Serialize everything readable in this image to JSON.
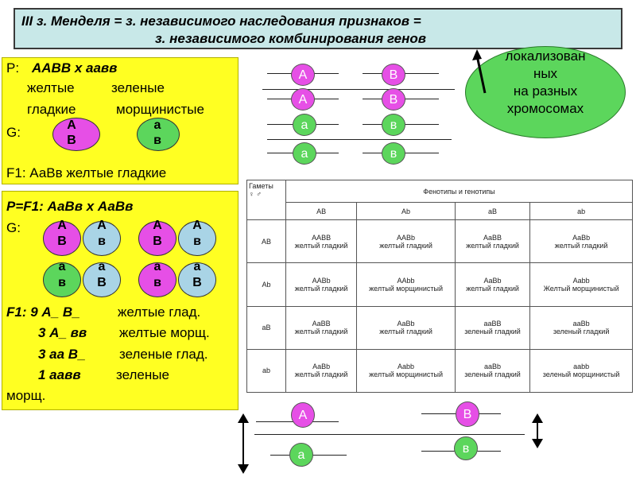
{
  "title": {
    "line1": "III з. Менделя = з. независимого наследования признаков =",
    "line2": "з. независимого комбинирования генов"
  },
  "green_oval": {
    "text1": "локализован",
    "text2": "ных",
    "text3": "на разных",
    "text4": "хромосомах"
  },
  "box1": {
    "p_label": "P:",
    "p_cross": "ААВВ  х   аавв",
    "row2_a": "желтые",
    "row2_b": "зеленые",
    "row3_a": "гладкие",
    "row3_b": "морщинистые",
    "g_label": "G:",
    "gam1_top": "А",
    "gam1_bot": "В",
    "gam2_top": "а",
    "gam2_bot": "в",
    "f1": "F1: АаВв желтые гладкие"
  },
  "box2": {
    "p_line": "P=F1:  АаВв  х  АаВв",
    "g_label": "G:",
    "gametes": [
      {
        "top": "А",
        "bot": "В",
        "color": "pink"
      },
      {
        "top": "А",
        "bot": "в",
        "color": "blue"
      },
      {
        "top": "А",
        "bot": "В",
        "color": "pink"
      },
      {
        "top": "А",
        "bot": "в",
        "color": "blue"
      },
      {
        "top": "а",
        "bot": "в",
        "color": "green"
      },
      {
        "top": "а",
        "bot": "В",
        "color": "blue"
      },
      {
        "top": "а",
        "bot": "в",
        "color": "pink"
      },
      {
        "top": "а",
        "bot": "В",
        "color": "blue"
      }
    ],
    "f1_l1a": "F1: 9 А_ В_",
    "f1_l1b": "желтые глад.",
    "f1_l2a": "3 А_ вв",
    "f1_l2b": "желтые морщ.",
    "f1_l3a": "3 аа В_",
    "f1_l3b": "зеленые глад.",
    "f1_l4a": "1 аавв",
    "f1_l4b": "зеленые",
    "f1_l5": "морщ."
  },
  "chromosomes": {
    "a1": "А",
    "b1": "В",
    "a2": "А",
    "b2": "В",
    "a3": "а",
    "b3": "в",
    "a4": "а",
    "b4": "в"
  },
  "punnett": {
    "corner_top": "Гаметы",
    "header": "Фенотипы и генотипы",
    "corner_a": "♀",
    "corner_b": "♂",
    "cols": [
      "AB",
      "Ab",
      "aB",
      "ab"
    ],
    "rows": [
      {
        "g": "AB",
        "cells": [
          [
            "AABB",
            "желтый гладкий"
          ],
          [
            "AABb",
            "желтый гладкий"
          ],
          [
            "AaBB",
            "желтый гладкий"
          ],
          [
            "AaBb",
            "желтый гладкий"
          ]
        ]
      },
      {
        "g": "Ab",
        "cells": [
          [
            "AABb",
            "желтый гладкий"
          ],
          [
            "AAbb",
            "желтый морщинистый"
          ],
          [
            "AaBb",
            "желтый гладкий"
          ],
          [
            "Aabb",
            "Желтый морщинистый"
          ]
        ]
      },
      {
        "g": "aB",
        "cells": [
          [
            "AaBB",
            "желтый гладкий"
          ],
          [
            "AaBb",
            "желтый гладкий"
          ],
          [
            "aaBB",
            "зеленый гладкий"
          ],
          [
            "aaBb",
            "зеленый гладкий"
          ]
        ]
      },
      {
        "g": "ab",
        "cells": [
          [
            "AaBb",
            "желтый гладкий"
          ],
          [
            "Aabb",
            "желтый морщинистый"
          ],
          [
            "aaBb",
            "зеленый гладкий"
          ],
          [
            "aabb",
            "зеленый морщинистый"
          ]
        ]
      }
    ]
  },
  "bottom": {
    "a_top": "А",
    "a_bot": "а",
    "b_top": "В",
    "b_bot": "в"
  }
}
